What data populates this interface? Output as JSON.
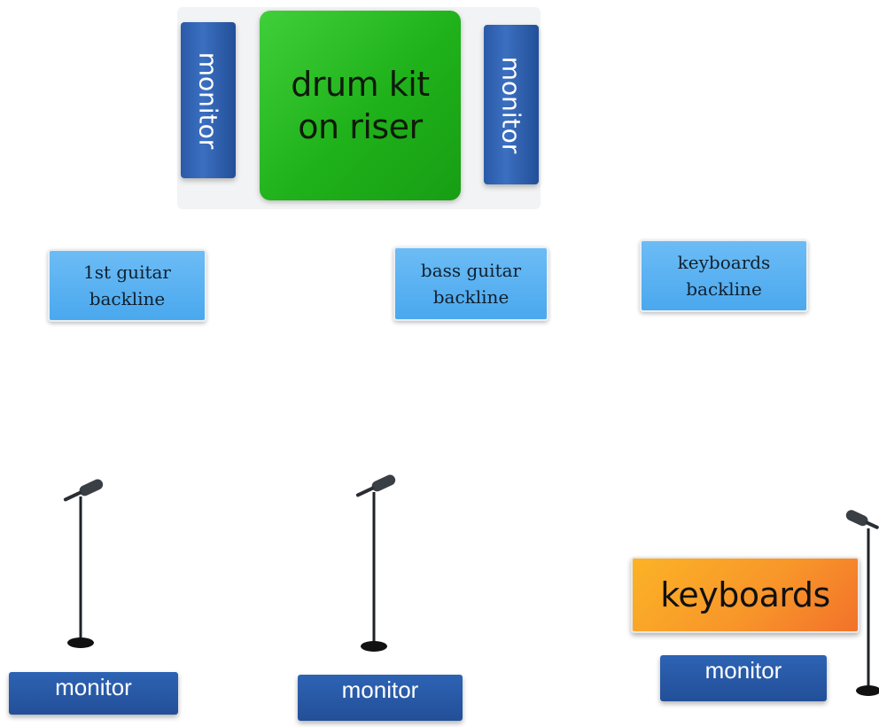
{
  "drum_kit": {
    "label": "drum kit\non riser",
    "color": "#22b41c"
  },
  "riser_monitors": [
    {
      "label": "monitor"
    },
    {
      "label": "monitor"
    }
  ],
  "backline": [
    {
      "label": "1st guitar\nbackline"
    },
    {
      "label": "bass guitar\nbackline"
    },
    {
      "label": "keyboards\nbackline"
    }
  ],
  "keyboards": {
    "label": "keyboards",
    "color": "#f8962a"
  },
  "floor_monitors": [
    {
      "label": "monitor"
    },
    {
      "label": "monitor"
    },
    {
      "label": "monitor"
    }
  ],
  "mic_stands": [
    {
      "icon": "mic-stand-icon"
    },
    {
      "icon": "mic-stand-icon"
    },
    {
      "icon": "mic-stand-icon"
    }
  ],
  "colors": {
    "monitor": "#2b5aa8",
    "backline": "#5ab2f2",
    "drum": "#22b41c",
    "keyboards": "#f8962a"
  }
}
